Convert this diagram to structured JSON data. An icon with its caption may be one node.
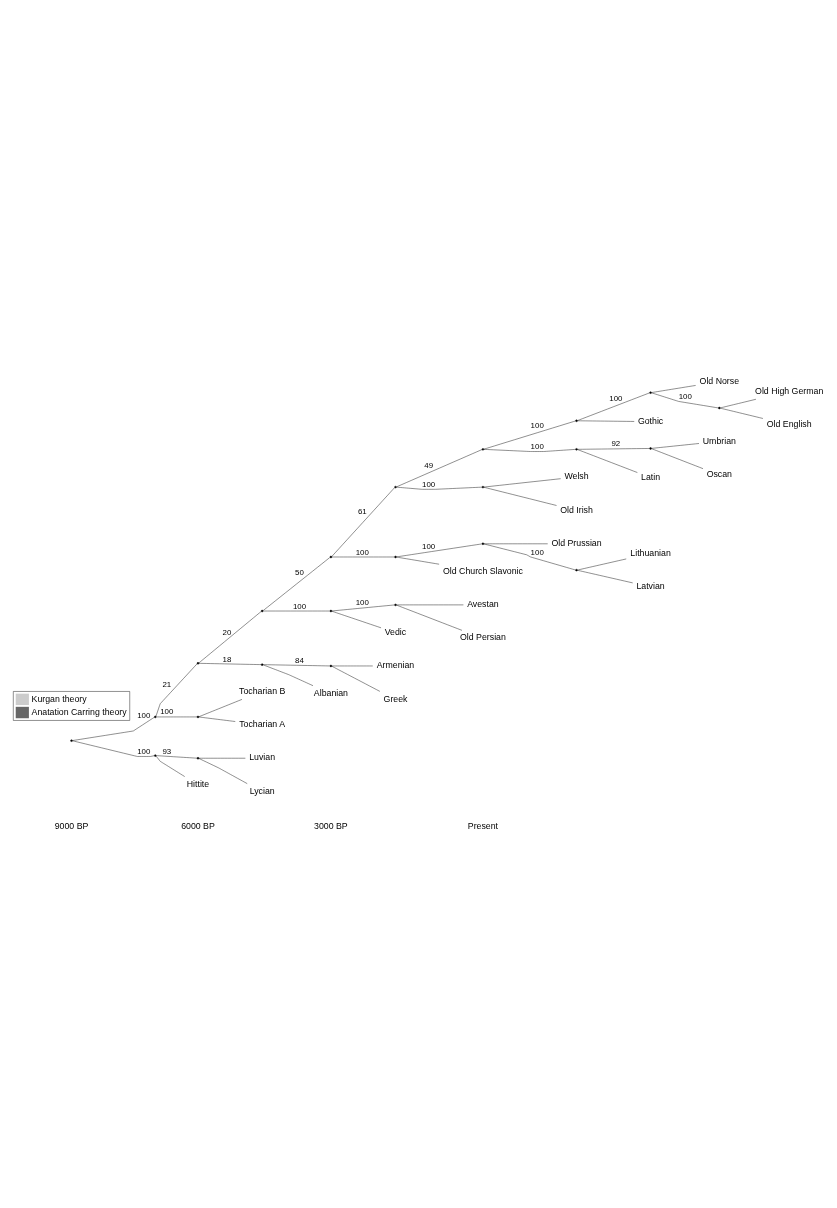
{
  "diagram": {
    "nodes": [
      {
        "text": [],
        "shape": "point"
      },
      {
        "text": [],
        "shape": "point"
      },
      {
        "text": [],
        "shape": "point"
      },
      {
        "text": [],
        "shape": "point"
      },
      {
        "text": [],
        "shape": "point"
      },
      {
        "text": [],
        "shape": "point"
      },
      {
        "text": [],
        "shape": "point"
      },
      {
        "text": [],
        "shape": "point"
      },
      {
        "text": [],
        "shape": "point"
      },
      {
        "text": [
          "Old Norse"
        ]
      },
      {
        "text": [],
        "shape": "point"
      },
      {
        "text": [
          "Old High German"
        ]
      },
      {
        "text": [
          "Old English"
        ]
      },
      {
        "text": [
          "Gothic"
        ]
      },
      {
        "text": [],
        "shape": "point"
      },
      {
        "text": [],
        "shape": "point"
      },
      {
        "text": [
          "Umbrian"
        ]
      },
      {
        "text": [
          "Oscan"
        ]
      },
      {
        "text": [
          "Latin"
        ]
      },
      {
        "text": [],
        "shape": "point"
      },
      {
        "text": [
          "Welsh"
        ]
      },
      {
        "text": [
          "Old Irish"
        ]
      },
      {
        "text": [],
        "shape": "point"
      },
      {
        "text": [],
        "shape": "point"
      },
      {
        "text": [
          "Old Prussian"
        ]
      },
      {
        "text": [],
        "shape": "point"
      },
      {
        "text": [
          "Lithuanian"
        ]
      },
      {
        "text": [
          "Latvian"
        ]
      },
      {
        "text": [
          "Old Church Slavonic"
        ]
      },
      {
        "text": [],
        "shape": "point"
      },
      {
        "text": [],
        "shape": "point"
      },
      {
        "text": [
          "Avestan"
        ]
      },
      {
        "text": [
          "Old Persian"
        ]
      },
      {
        "text": [
          "Vedic"
        ]
      },
      {
        "text": [],
        "shape": "point"
      },
      {
        "text": [],
        "shape": "point"
      },
      {
        "text": [
          "Armenian"
        ]
      },
      {
        "text": [
          "Greek"
        ]
      },
      {
        "text": [
          "Albanian"
        ]
      },
      {
        "text": [],
        "shape": "point"
      },
      {
        "text": [
          "Tocharian B"
        ]
      },
      {
        "text": [
          "Tocharian A"
        ]
      },
      {
        "text": [],
        "shape": "point"
      },
      {
        "text": [],
        "shape": "point"
      },
      {
        "text": [
          "Luvian"
        ]
      },
      {
        "text": [
          "Lycian"
        ]
      },
      {
        "text": [
          "Hittite"
        ]
      }
    ],
    "edges": [
      {
        "from": 0,
        "to": 1,
        "arrow": "none",
        "label": "100"
      },
      {
        "from": 1,
        "to": 2,
        "arrow": "none",
        "label": "21"
      },
      {
        "from": 2,
        "to": 3,
        "arrow": "none",
        "label": "20"
      },
      {
        "from": 3,
        "to": 4,
        "arrow": "none",
        "label": "50"
      },
      {
        "from": 4,
        "to": 5,
        "arrow": "none",
        "label": "61"
      },
      {
        "from": 5,
        "to": 6,
        "arrow": "none",
        "label": "49"
      },
      {
        "from": 6,
        "to": 7,
        "arrow": "none",
        "label": "100"
      },
      {
        "from": 7,
        "to": 8,
        "arrow": "none",
        "label": "100"
      },
      {
        "from": 8,
        "to": 9,
        "arrow": "none"
      },
      {
        "from": 8,
        "to": 10,
        "arrow": "none",
        "label": "100"
      },
      {
        "from": 10,
        "to": 11,
        "arrow": "none"
      },
      {
        "from": 10,
        "to": 12,
        "arrow": "none"
      },
      {
        "from": 7,
        "to": 13,
        "arrow": "none"
      },
      {
        "from": 6,
        "to": 14,
        "arrow": "none",
        "label": "100"
      },
      {
        "from": 14,
        "to": 15,
        "arrow": "none",
        "label": "92"
      },
      {
        "from": 15,
        "to": 16,
        "arrow": "none"
      },
      {
        "from": 15,
        "to": 17,
        "arrow": "none"
      },
      {
        "from": 14,
        "to": 18,
        "arrow": "none"
      },
      {
        "from": 5,
        "to": 19,
        "arrow": "none",
        "label": "100"
      },
      {
        "from": 19,
        "to": 20,
        "arrow": "none"
      },
      {
        "from": 19,
        "to": 21,
        "arrow": "none"
      },
      {
        "from": 4,
        "to": 22,
        "arrow": "none",
        "label": "100"
      },
      {
        "from": 22,
        "to": 23,
        "arrow": "none",
        "label": "100"
      },
      {
        "from": 23,
        "to": 24,
        "arrow": "none"
      },
      {
        "from": 23,
        "to": 25,
        "arrow": "none",
        "label": "100"
      },
      {
        "from": 25,
        "to": 26,
        "arrow": "none"
      },
      {
        "from": 25,
        "to": 27,
        "arrow": "none"
      },
      {
        "from": 22,
        "to": 28,
        "arrow": "none"
      },
      {
        "from": 3,
        "to": 29,
        "arrow": "none",
        "label": "100"
      },
      {
        "from": 29,
        "to": 30,
        "arrow": "none",
        "label": "100"
      },
      {
        "from": 30,
        "to": 31,
        "arrow": "none"
      },
      {
        "from": 30,
        "to": 32,
        "arrow": "none"
      },
      {
        "from": 29,
        "to": 33,
        "arrow": "none"
      },
      {
        "from": 2,
        "to": 34,
        "arrow": "none",
        "label": "18"
      },
      {
        "from": 34,
        "to": 35,
        "arrow": "none",
        "label": "84"
      },
      {
        "from": 35,
        "to": 36,
        "arrow": "none"
      },
      {
        "from": 35,
        "to": 37,
        "arrow": "none"
      },
      {
        "from": 34,
        "to": 38,
        "arrow": "none"
      },
      {
        "from": 1,
        "to": 39,
        "arrow": "none",
        "label": "100"
      },
      {
        "from": 39,
        "to": 40,
        "arrow": "none"
      },
      {
        "from": 39,
        "to": 41,
        "arrow": "none"
      },
      {
        "from": 0,
        "to": 42,
        "arrow": "none",
        "label": "100"
      },
      {
        "from": 42,
        "to": 43,
        "arrow": "none",
        "label": "93"
      },
      {
        "from": 43,
        "to": 44,
        "arrow": "none"
      },
      {
        "from": 43,
        "to": 45,
        "arrow": "none"
      },
      {
        "from": 42,
        "to": 46,
        "arrow": "none"
      }
    ],
    "labels": [
      "9000 BP",
      "6000 BP",
      "3000 BP",
      "Present"
    ],
    "legend": [
      {
        "text": "Kurgan theory",
        "color": "#cccccc"
      },
      {
        "text": "Anatation Carring theory",
        "color": "#666666"
      }
    ]
  }
}
